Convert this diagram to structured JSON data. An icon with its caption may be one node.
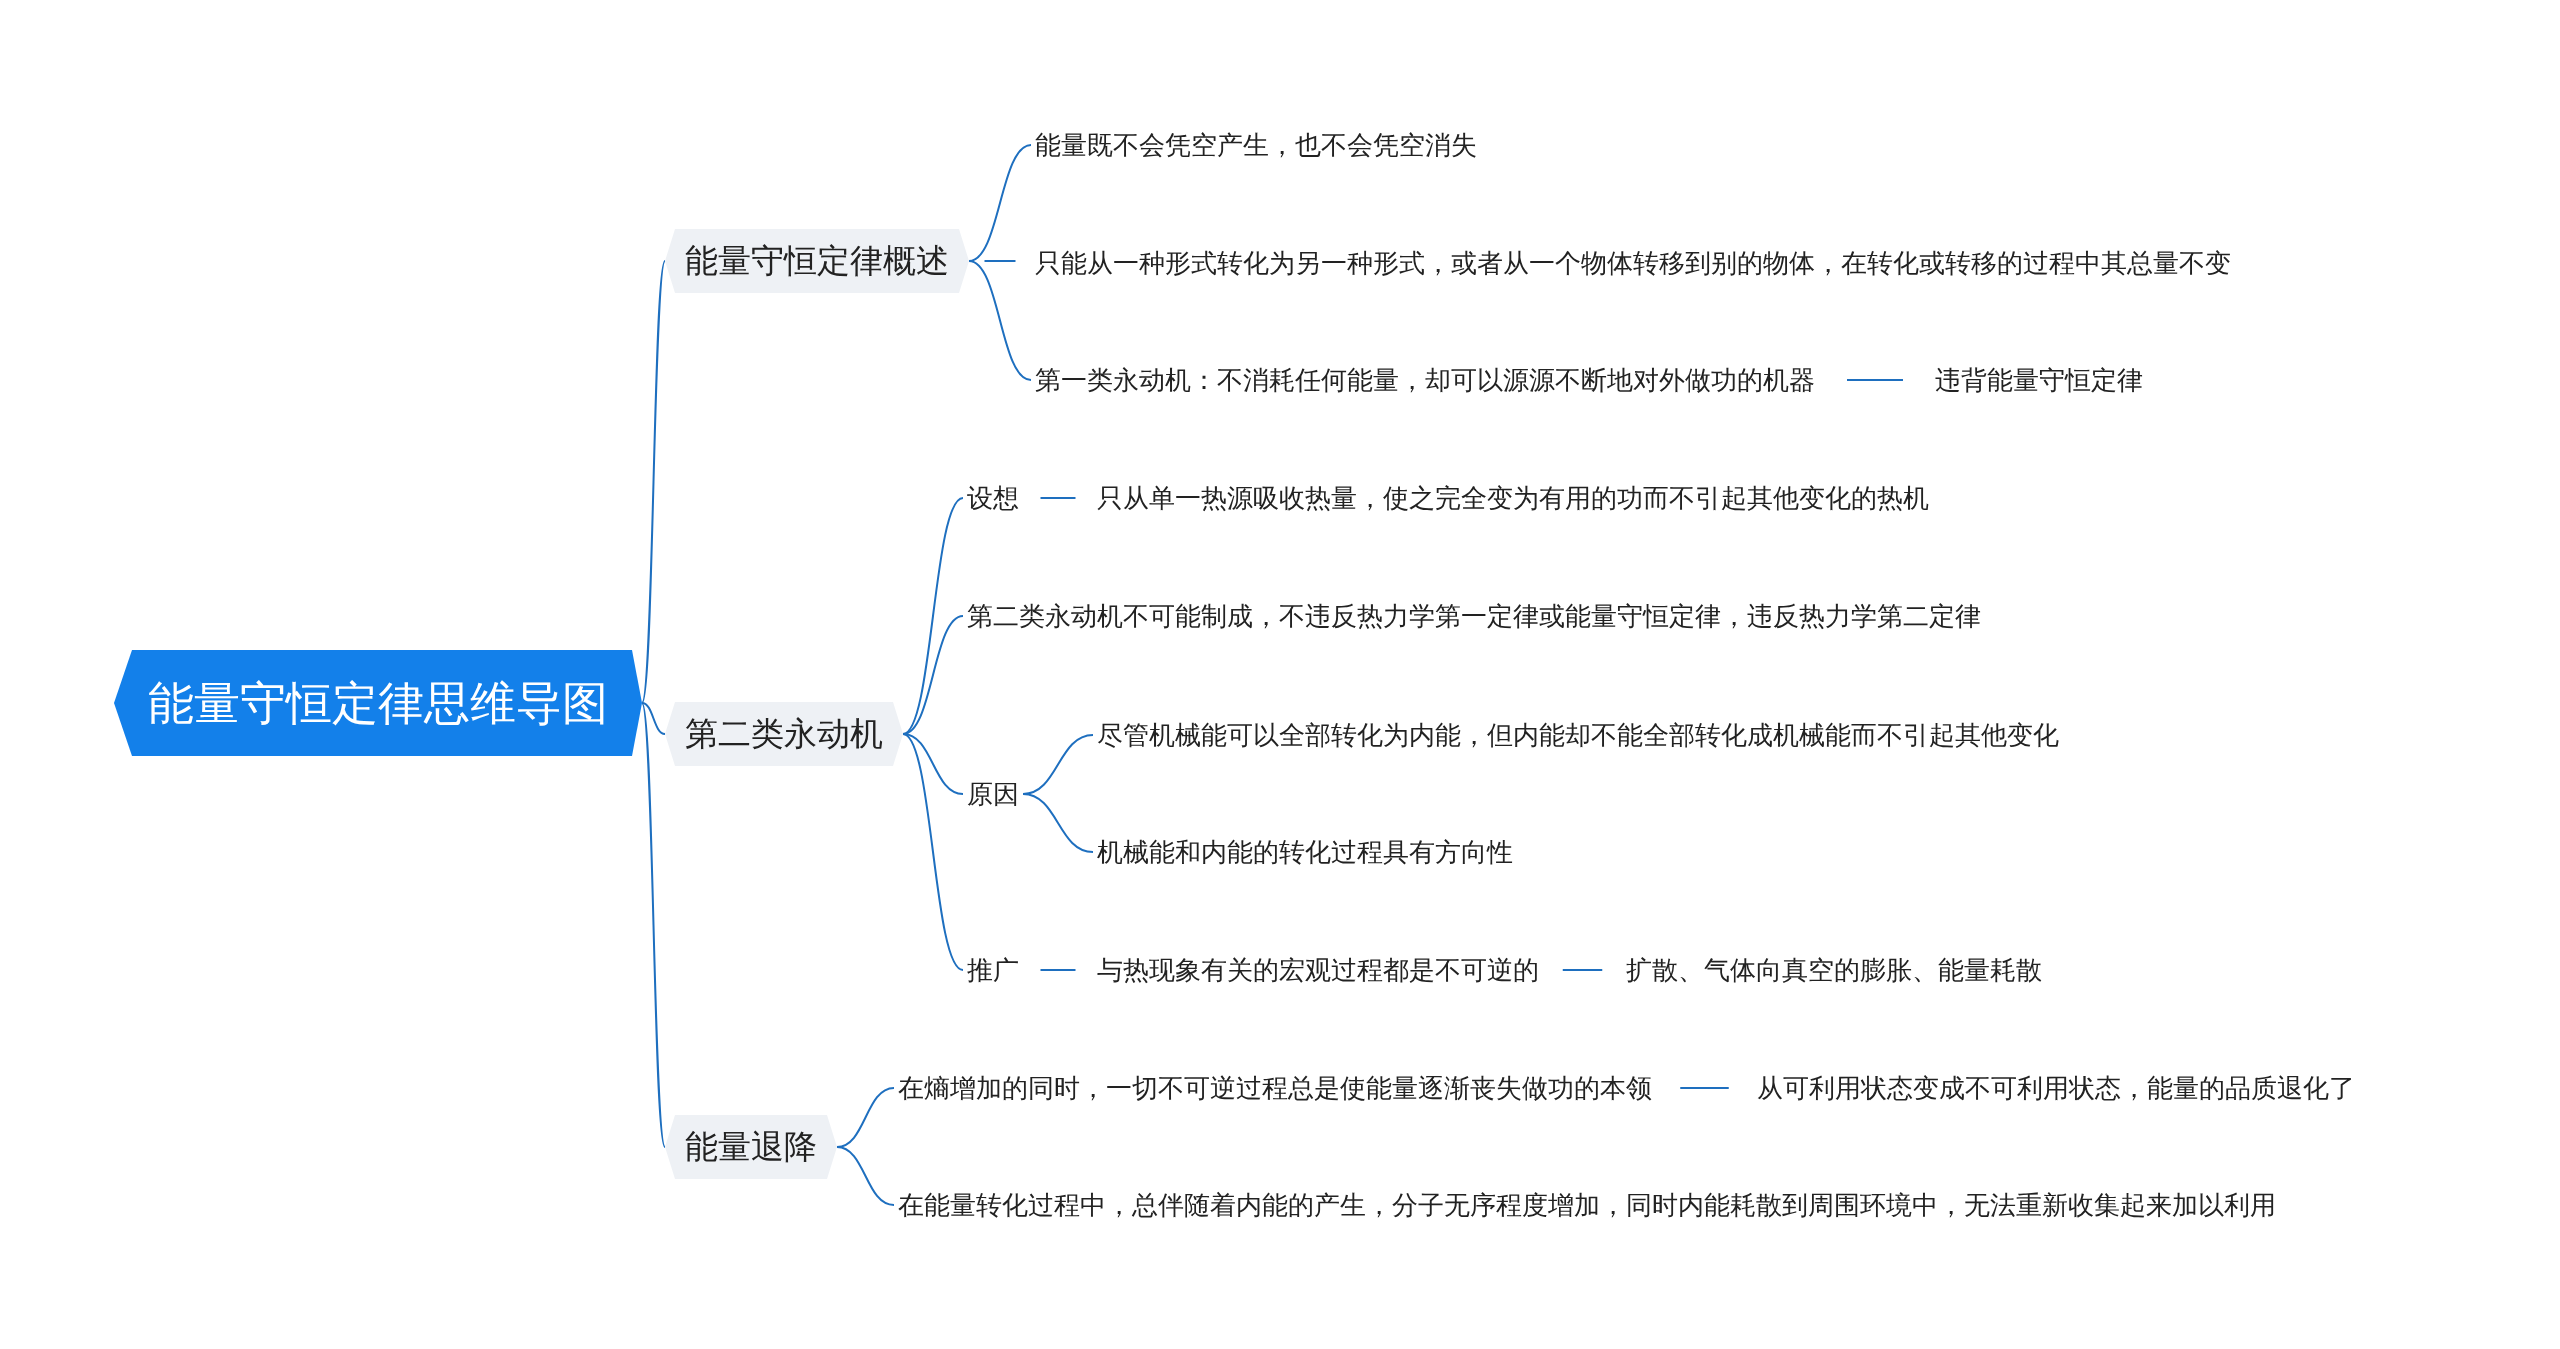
{
  "diagram": {
    "nodes": [
      {
        "text": [
          "能量守恒定律思维导图"
        ]
      },
      {
        "text": [
          "能量守恒定律概述"
        ]
      },
      {
        "text": [
          "能量既不会凭空产生，也不会凭空消失"
        ]
      },
      {
        "text": [
          "只能从一种形式转化为另一种形式，或者从一个物体转移到别的物体，在转化或转移的过程中其总量不变"
        ]
      },
      {
        "text": [
          "第一类永动机：不消耗任何能量，却可以源源不断地对外做功的机器"
        ]
      },
      {
        "text": [
          "违背能量守恒定律"
        ]
      },
      {
        "text": [
          "第二类永动机"
        ]
      },
      {
        "text": [
          "设想"
        ]
      },
      {
        "text": [
          "只从单一热源吸收热量，使之完全变为有用的功而不引起其他变化的热机"
        ]
      },
      {
        "text": [
          "第二类永动机不可能制成，不违反热力学第一定律或能量守恒定律，违反热力学第二定律"
        ]
      },
      {
        "text": [
          "原因"
        ]
      },
      {
        "text": [
          "尽管机械能可以全部转化为内能，但内能却不能全部转化成机械能而不引起其他变化"
        ]
      },
      {
        "text": [
          "机械能和内能的转化过程具有方向性"
        ]
      },
      {
        "text": [
          "推广"
        ]
      },
      {
        "text": [
          "与热现象有关的宏观过程都是不可逆的"
        ]
      },
      {
        "text": [
          "扩散、气体向真空的膨胀、能量耗散"
        ]
      },
      {
        "text": [
          "能量退降"
        ]
      },
      {
        "text": [
          "在熵增加的同时，一切不可逆过程总是使能量逐渐丧失做功的本领"
        ]
      },
      {
        "text": [
          "从可利用状态变成不可利用状态，能量的品质退化了"
        ]
      },
      {
        "text": [
          "在能量转化过程中，总伴随着内能的产生，分子无序程度增加，同时内能耗散到周围环境中，无法重新收集起来加以利用"
        ]
      }
    ],
    "edges": [
      {
        "from": 0,
        "to": 1,
        "arrow": "none"
      },
      {
        "from": 0,
        "to": 6,
        "arrow": "none"
      },
      {
        "from": 0,
        "to": 16,
        "arrow": "none"
      },
      {
        "from": 1,
        "to": 2,
        "arrow": "none"
      },
      {
        "from": 1,
        "to": 3,
        "arrow": "none"
      },
      {
        "from": 1,
        "to": 4,
        "arrow": "none"
      },
      {
        "from": 4,
        "to": 5,
        "arrow": "none"
      },
      {
        "from": 6,
        "to": 7,
        "arrow": "none"
      },
      {
        "from": 6,
        "to": 9,
        "arrow": "none"
      },
      {
        "from": 6,
        "to": 10,
        "arrow": "none"
      },
      {
        "from": 6,
        "to": 13,
        "arrow": "none"
      },
      {
        "from": 7,
        "to": 8,
        "arrow": "none"
      },
      {
        "from": 10,
        "to": 11,
        "arrow": "none"
      },
      {
        "from": 10,
        "to": 12,
        "arrow": "none"
      },
      {
        "from": 13,
        "to": 14,
        "arrow": "none"
      },
      {
        "from": 14,
        "to": 15,
        "arrow": "none"
      },
      {
        "from": 16,
        "to": 17,
        "arrow": "none"
      },
      {
        "from": 16,
        "to": 19,
        "arrow": "none"
      },
      {
        "from": 17,
        "to": 18,
        "arrow": "none"
      }
    ]
  }
}
